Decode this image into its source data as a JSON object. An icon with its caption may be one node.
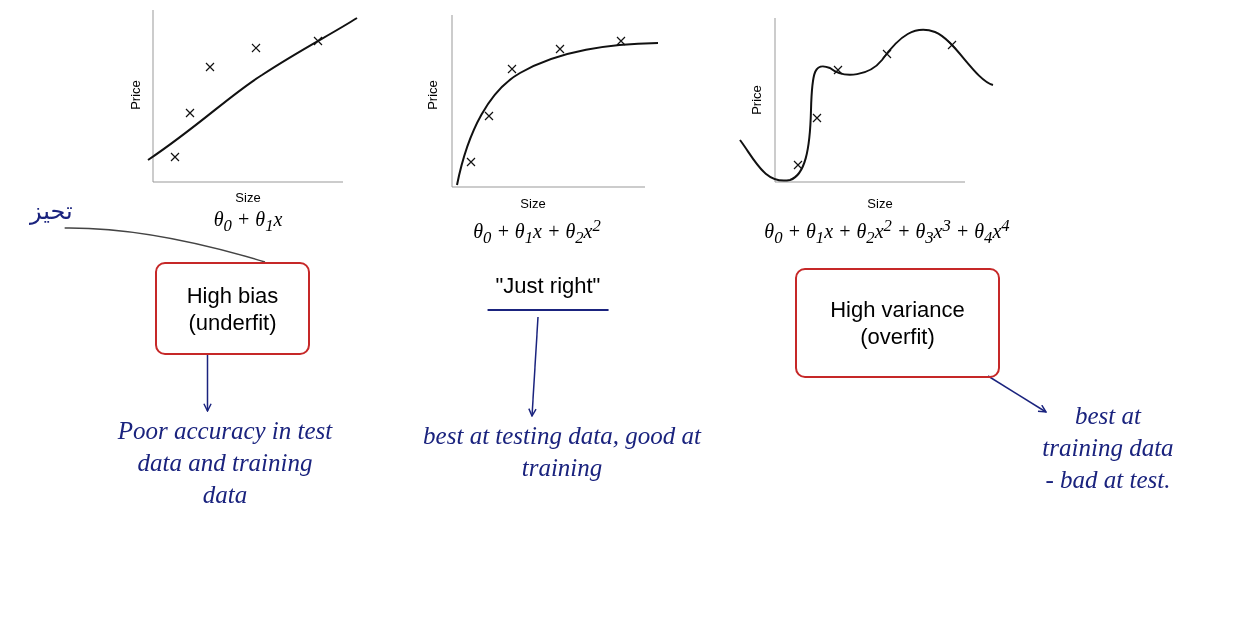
{
  "diagram": {
    "nodes": [
      {
        "text": [
          "High bias (underfit)"
        ]
      },
      {
        "text": [
          "\"Just right\""
        ]
      },
      {
        "text": [
          "High variance (overfit)"
        ]
      },
      {
        "text": [
          "Poor accuracy in test data and training data"
        ]
      },
      {
        "text": [
          "best at testing data, good at training"
        ]
      },
      {
        "text": [
          "best at training data - bad at test."
        ]
      },
      {
        "text": [
          "تحيز"
        ]
      }
    ],
    "edges": [
      {
        "from": 0,
        "to": 3,
        "arrow": "to"
      },
      {
        "from": 1,
        "to": 4,
        "arrow": "to"
      },
      {
        "from": 2,
        "to": 5,
        "arrow": "to"
      },
      {
        "from": 0,
        "to": 6,
        "arrow": "none"
      }
    ],
    "labels": [
      "Price",
      "Size",
      "θ$_{0}$ + θ$_{1}$x",
      "Price",
      "Size",
      "θ$_{0}$ + θ$_{1}$x + θ$_{2}$x$^{2}$",
      "Price",
      "Size",
      "θ$_{0}$ + θ$_{1}$x + θ$_{2}$x$^{2}$ + θ$_{3}$x$^{3}$ + θ$_{4}$x$^{4}$"
    ]
  }
}
